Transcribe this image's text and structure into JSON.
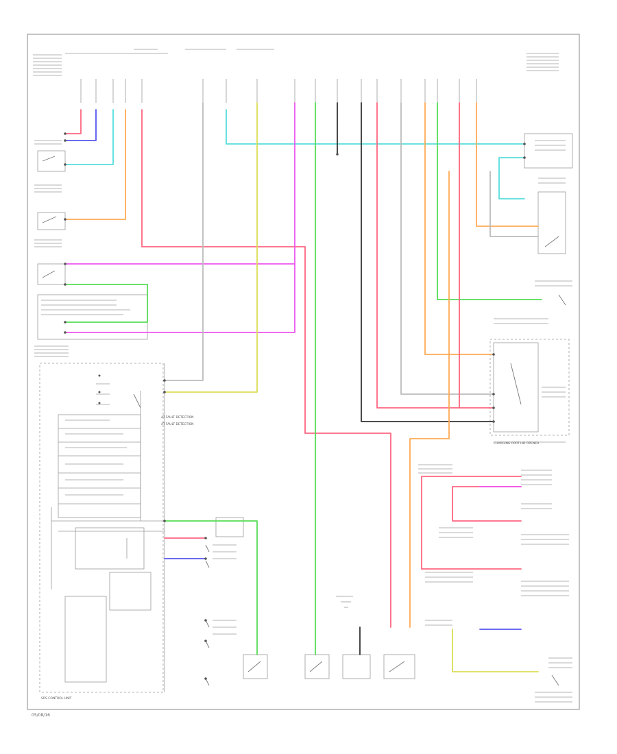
{
  "colors": {
    "pink": "#ff6680",
    "magenta": "#ee55ee",
    "green": "#55dd55",
    "cyan": "#55dddd",
    "orange": "#ffaa55",
    "yellow": "#dddd55",
    "blue": "#5555ee",
    "black": "#333333",
    "gray": "#9a9a9a"
  },
  "labels": {
    "inset_title": "CHARGING PORT LID OPENER",
    "legend_line1": "AT FAULT DETECTION",
    "legend_line2": "AT FAULT DETECTION",
    "module_title": "SRS CONTROL UNIT",
    "footer": "05/08/16"
  }
}
